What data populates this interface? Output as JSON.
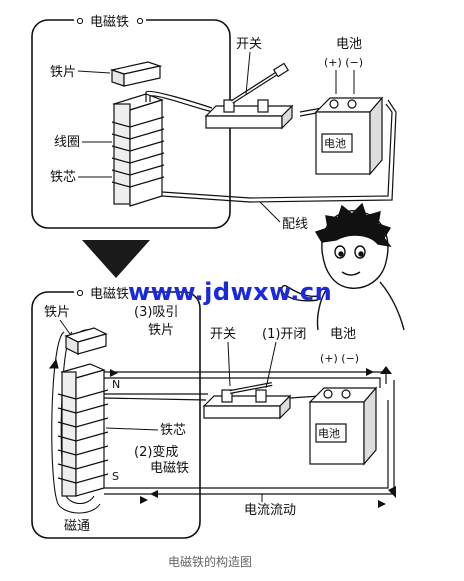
{
  "top_panel": {
    "title": "电磁铁",
    "labels": {
      "iron_plate": "铁片",
      "coil": "线圈",
      "iron_core": "铁芯"
    },
    "switch_label": "开关",
    "battery_label": "电池",
    "battery_polarity": "(+) (−)",
    "battery_text": "电池",
    "wire_label": "配线"
  },
  "bottom_panel": {
    "title": "电磁铁",
    "labels": {
      "iron_plate": "铁片",
      "attract": "(3)吸引",
      "attract_object": "铁片",
      "iron_core": "铁芯",
      "become": "(2)变成",
      "become_object": "电磁铁",
      "north": "N",
      "south": "S",
      "magnetic_flux": "磁通"
    },
    "switch_label": "开关",
    "close_label": "(1)开闭",
    "battery_label": "电池",
    "battery_polarity": "(+) (−)",
    "battery_text": "电池",
    "current_label": "电流流动"
  },
  "watermark": "www.jdwxw.cn",
  "caption": "电磁铁的构造图"
}
